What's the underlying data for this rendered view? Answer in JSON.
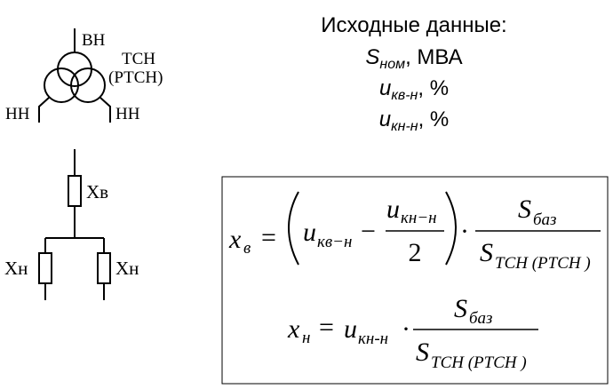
{
  "transformer": {
    "hv_label": "ВН",
    "name_line1": "ТСН",
    "name_line2": "(РТСН)",
    "lv_left_label": "НН",
    "lv_right_label": "НН"
  },
  "equivalent_circuit": {
    "xv_label": "Хв",
    "xn_left_label": "Хн",
    "xn_right_label": "Хн"
  },
  "initial_data": {
    "title": "Исходные данные:",
    "s_symbol": "S",
    "s_sub": "ном",
    "s_unit": ", МВА",
    "u1_symbol": "u",
    "u1_sub": "кв-н",
    "u1_unit": ", %",
    "u2_symbol": "u",
    "u2_sub": "кн-н",
    "u2_unit": ", %"
  },
  "formulas": {
    "f1": {
      "lhs_var": "x",
      "lhs_sub": "в",
      "eq": "=",
      "u_a": "u",
      "u_a_sub": "кв−н",
      "minus": "−",
      "u_b": "u",
      "u_b_sub": "кн−н",
      "half_den": "2",
      "dot": "·",
      "num_var": "S",
      "num_sub": "баз",
      "den_var": "S",
      "den_sub": "ТСН (РТСН )"
    },
    "f2": {
      "lhs_var": "x",
      "lhs_sub": "н",
      "eq": "=",
      "u_var": "u",
      "u_sub": "кн-н",
      "dot": "·",
      "num_var": "S",
      "num_sub": "баз",
      "den_var": "S",
      "den_sub": "ТСН (РТСН )"
    }
  }
}
